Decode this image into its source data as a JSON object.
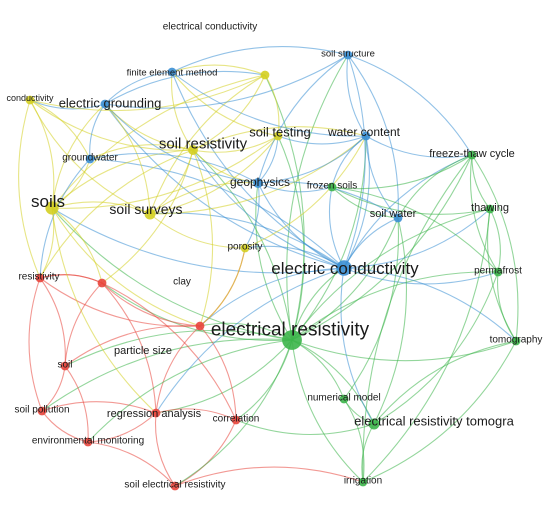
{
  "clusters": {
    "red": "#e8453c",
    "green": "#3cb54a",
    "blue": "#3b8fd4",
    "yellow": "#d4cf22"
  },
  "nodes": [
    {
      "id": "electrical-conductivity",
      "label": "electrical conductivity",
      "cluster": "yellow",
      "weight": 2
    },
    {
      "id": "soil-structure",
      "label": "soil structure",
      "cluster": "blue",
      "weight": 2
    },
    {
      "id": "finite-element-method",
      "label": "finite element method",
      "cluster": "blue",
      "weight": 2
    },
    {
      "id": "conductivity",
      "label": "conductivity",
      "cluster": "yellow",
      "weight": 1
    },
    {
      "id": "electric-grounding",
      "label": "electric grounding",
      "cluster": "blue",
      "weight": 4
    },
    {
      "id": "soil-resistivity",
      "label": "soil resistivity",
      "cluster": "yellow",
      "weight": 5
    },
    {
      "id": "soil-testing",
      "label": "soil testing",
      "cluster": "yellow",
      "weight": 4
    },
    {
      "id": "water-content",
      "label": "water content",
      "cluster": "blue",
      "weight": 4
    },
    {
      "id": "freeze-thaw-cycle",
      "label": "freeze-thaw cycle",
      "cluster": "green",
      "weight": 2
    },
    {
      "id": "groundwater",
      "label": "groundwater",
      "cluster": "blue",
      "weight": 2
    },
    {
      "id": "geophysics",
      "label": "geophysics",
      "cluster": "blue",
      "weight": 3
    },
    {
      "id": "frozen-soils",
      "label": "frozen soils",
      "cluster": "green",
      "weight": 2
    },
    {
      "id": "soils",
      "label": "soils",
      "cluster": "yellow",
      "weight": 5
    },
    {
      "id": "soil-surveys",
      "label": "soil surveys",
      "cluster": "yellow",
      "weight": 4
    },
    {
      "id": "soil-water",
      "label": "soil water",
      "cluster": "blue",
      "weight": 3
    },
    {
      "id": "thawing",
      "label": "thawing",
      "cluster": "green",
      "weight": 2
    },
    {
      "id": "porosity",
      "label": "porosity",
      "cluster": "yellow",
      "weight": 2
    },
    {
      "id": "permafrost",
      "label": "permafrost",
      "cluster": "green",
      "weight": 2
    },
    {
      "id": "resistivity",
      "label": "resistivity",
      "cluster": "red",
      "weight": 2
    },
    {
      "id": "clay",
      "label": "clay",
      "cluster": "red",
      "weight": 2
    },
    {
      "id": "electric-conductivity",
      "label": "electric conductivity",
      "cluster": "blue",
      "weight": 6
    },
    {
      "id": "electrical-resistivity",
      "label": "electrical resistivity",
      "cluster": "green",
      "weight": 8
    },
    {
      "id": "tomography",
      "label": "tomography",
      "cluster": "green",
      "weight": 2
    },
    {
      "id": "particle-size",
      "label": "particle size",
      "cluster": "red",
      "weight": 2
    },
    {
      "id": "soil",
      "label": "soil",
      "cluster": "red",
      "weight": 2
    },
    {
      "id": "numerical-model",
      "label": "numerical model",
      "cluster": "green",
      "weight": 2
    },
    {
      "id": "soil-pollution",
      "label": "soil pollution",
      "cluster": "red",
      "weight": 2
    },
    {
      "id": "regression-analysis",
      "label": "regression analysis",
      "cluster": "red",
      "weight": 3
    },
    {
      "id": "electrical-resistivity-tomography",
      "label": "electrical resistivity tomogra",
      "cluster": "green",
      "weight": 4
    },
    {
      "id": "correlation",
      "label": "correlation",
      "cluster": "red",
      "weight": 2
    },
    {
      "id": "environmental-monitoring",
      "label": "environmental monitoring",
      "cluster": "red",
      "weight": 2
    },
    {
      "id": "soil-electrical-resistivity",
      "label": "soil electrical resistivity",
      "cluster": "red",
      "weight": 2
    },
    {
      "id": "irrigation",
      "label": "irrigation",
      "cluster": "green",
      "weight": 2
    }
  ]
}
